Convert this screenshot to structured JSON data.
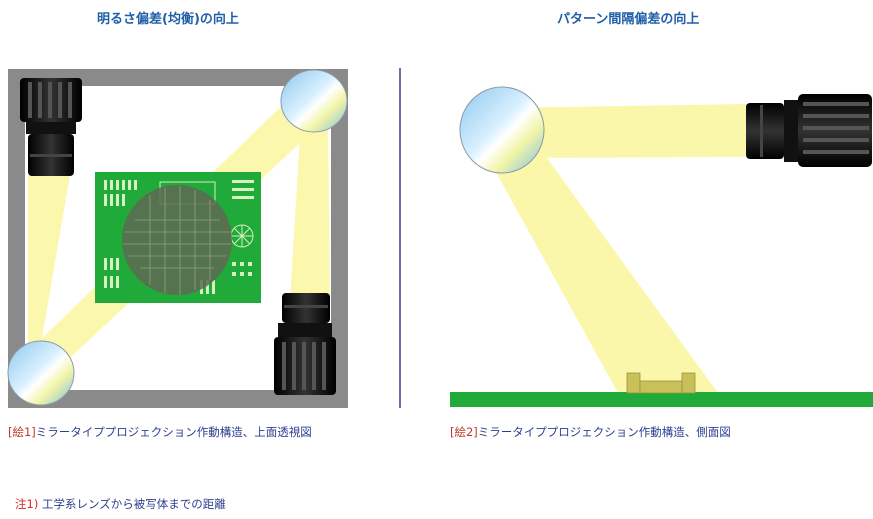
{
  "titles": {
    "left": "明るさ偏差(均衡)の向上",
    "right": "パターン間隔偏差の向上"
  },
  "captions": {
    "left": {
      "tag": "[絵1]",
      "text": "ミラータイププロジェクション作動構造、上面透視図"
    },
    "right": {
      "tag": "[絵2]",
      "text": "ミラータイププロジェクション作動構造、側面図"
    }
  },
  "note": {
    "tag": "注1)",
    "text": " 工学系レンズから被写体までの距離"
  },
  "colors": {
    "title": "#1f5ea8",
    "caption": "#2d3f8f",
    "caption_tag": "#c0392b",
    "light_beam": "#fbf7a5",
    "pcb_green": "#1faa3a",
    "frame_gray": "#8a8a8a",
    "divider": "#3a3a8c"
  },
  "icons": [
    "camera-lens-icon",
    "mirror-icon",
    "pcb-icon"
  ]
}
